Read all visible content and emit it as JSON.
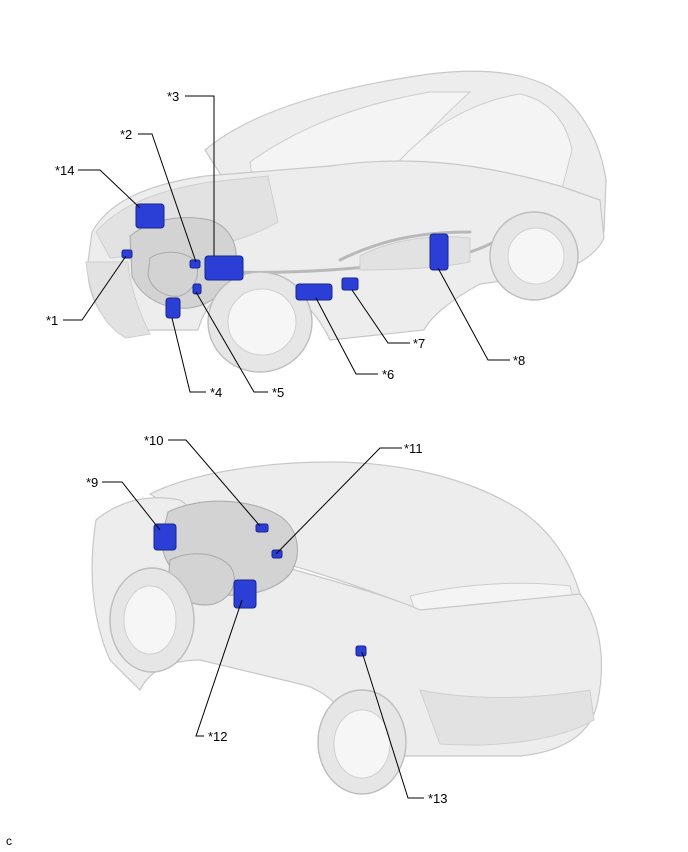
{
  "callouts_top": [
    {
      "id": "c1",
      "label": "*1"
    },
    {
      "id": "c2",
      "label": "*2"
    },
    {
      "id": "c3",
      "label": "*3"
    },
    {
      "id": "c4",
      "label": "*4"
    },
    {
      "id": "c5",
      "label": "*5"
    },
    {
      "id": "c6",
      "label": "*6"
    },
    {
      "id": "c7",
      "label": "*7"
    },
    {
      "id": "c8",
      "label": "*8"
    },
    {
      "id": "c14",
      "label": "*14"
    }
  ],
  "callouts_bottom": [
    {
      "id": "c9",
      "label": "*9"
    },
    {
      "id": "c10",
      "label": "*10"
    },
    {
      "id": "c11",
      "label": "*11"
    },
    {
      "id": "c12",
      "label": "*12"
    },
    {
      "id": "c13",
      "label": "*13"
    }
  ],
  "footer_code": "c",
  "colors": {
    "highlight": "#2b3fd6",
    "car": "#ededed",
    "line": "#000000"
  }
}
